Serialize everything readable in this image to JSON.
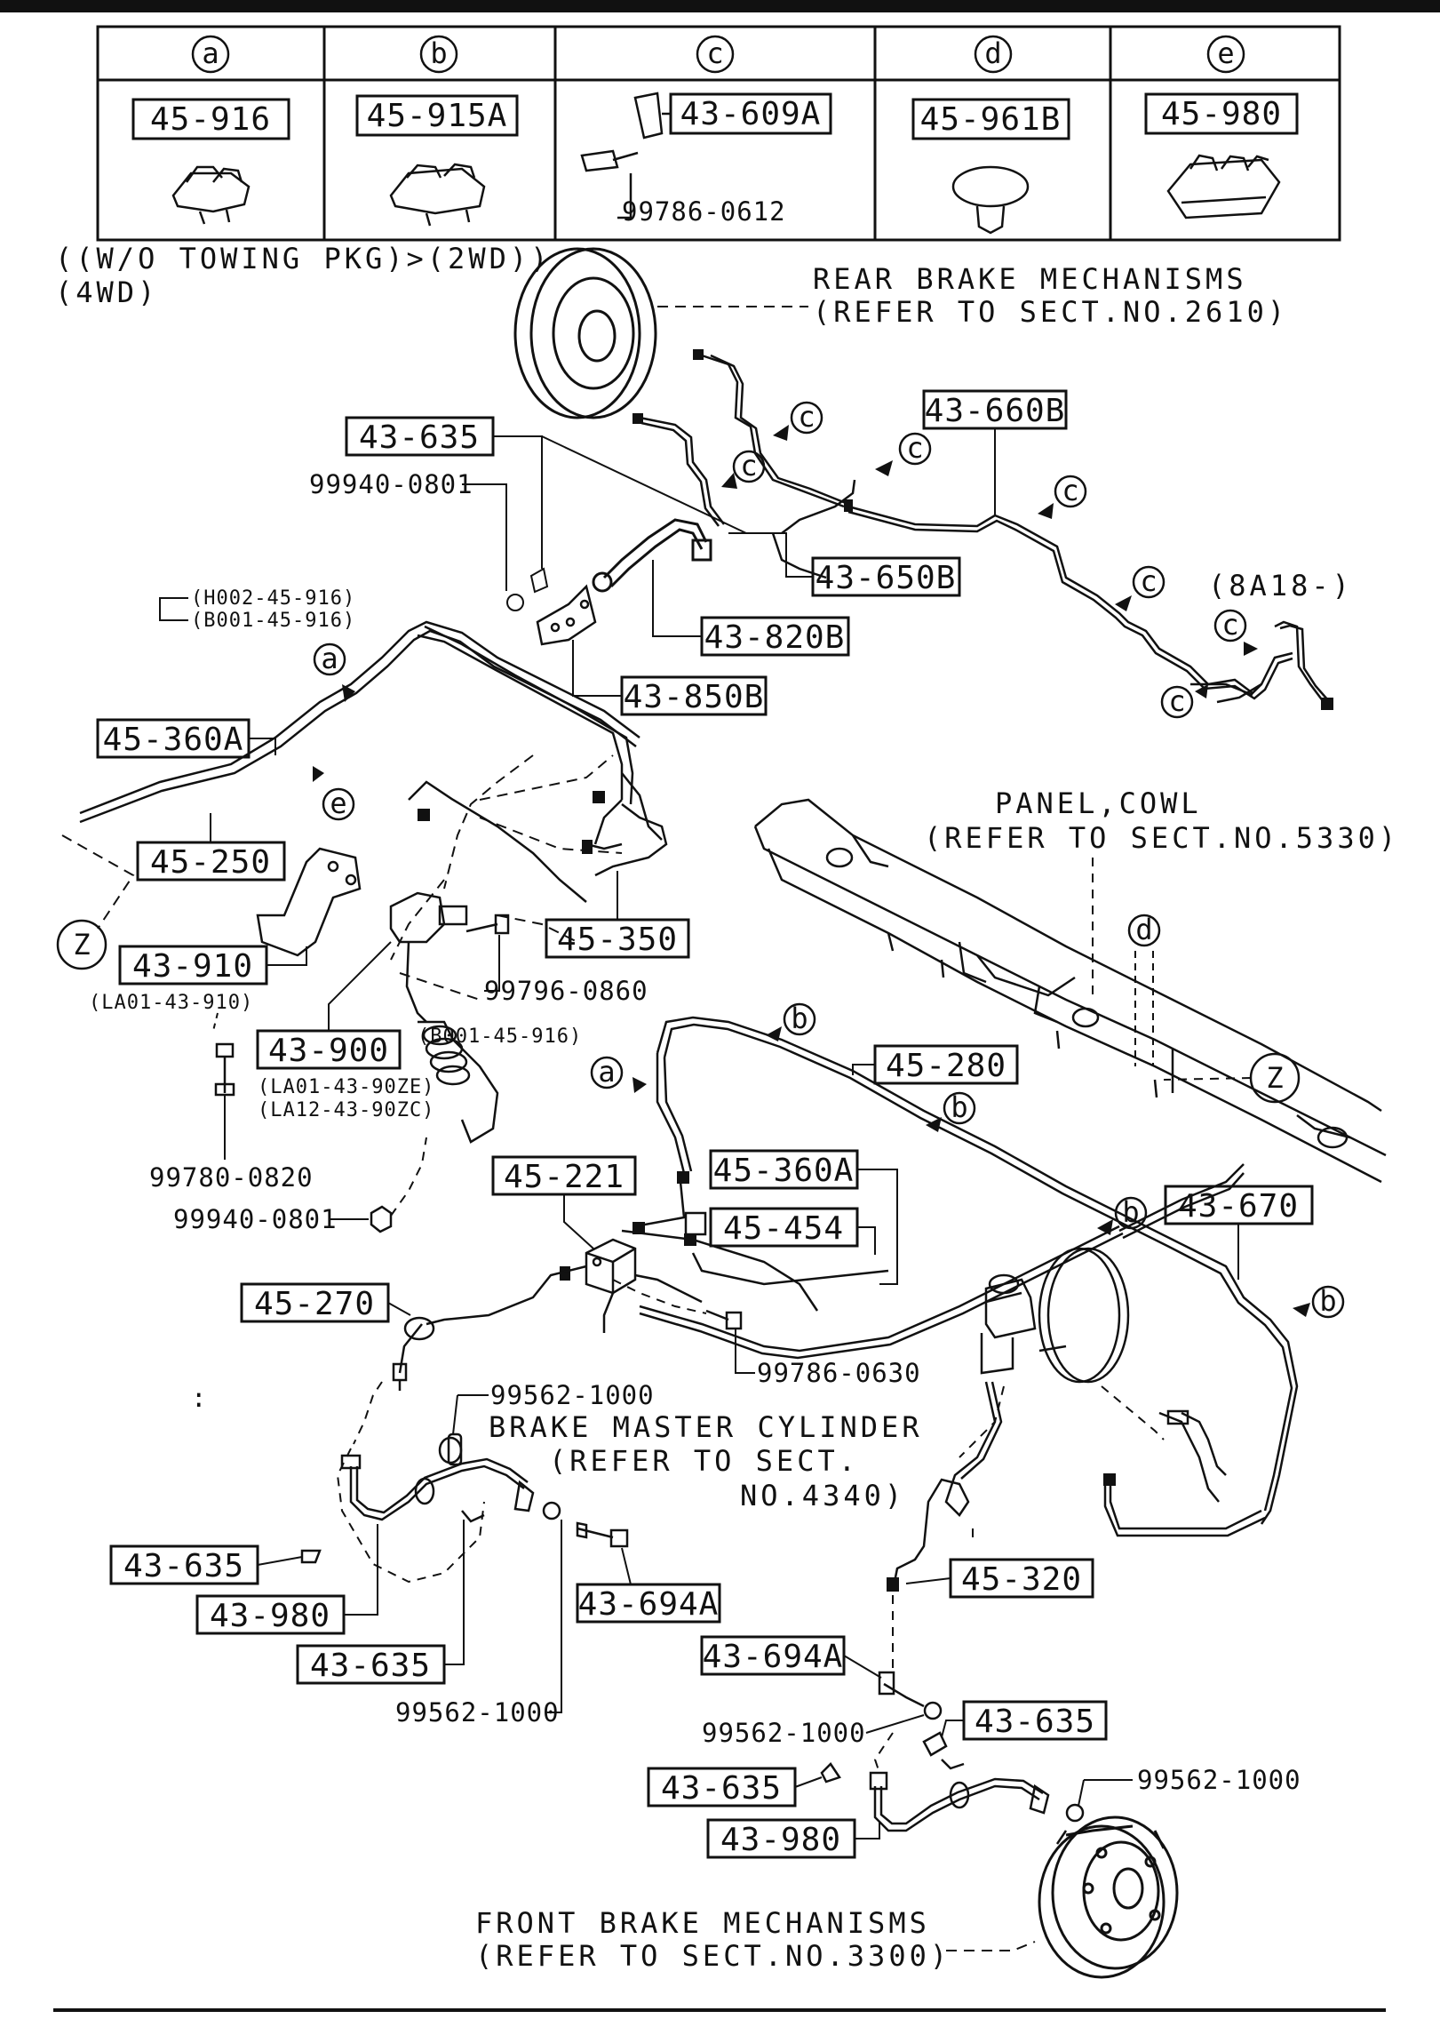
{
  "legend": {
    "columns": [
      {
        "letter": "a",
        "part": "45-916"
      },
      {
        "letter": "b",
        "part": "45-915A"
      },
      {
        "letter": "c",
        "part": "43-609A",
        "bolt": "99786-0612"
      },
      {
        "letter": "d",
        "part": "45-961B"
      },
      {
        "letter": "e",
        "part": "45-980"
      }
    ]
  },
  "header_notes": {
    "variant": "((W/O TOWING PKG)>(2WD))",
    "drive": "(4WD)"
  },
  "notes": {
    "rear_brake_1": "REAR BRAKE MECHANISMS",
    "rear_brake_2": "(REFER TO SECT.NO.2610)",
    "panel_cowl_1": "PANEL,COWL",
    "panel_cowl_2": "(REFER TO SECT.NO.5330)",
    "master_cyl_1": "BRAKE MASTER CYLINDER",
    "master_cyl_2": "(REFER TO SECT.",
    "master_cyl_3": "NO.4340)",
    "front_brake_1": "FRONT BRAKE MECHANISMS",
    "front_brake_2": "(REFER TO SECT.NO.3300)",
    "serial_8a18": "(8A18-)",
    "ref_h002": "(H002-45-916)",
    "ref_b001": "(B001-45-916)",
    "ref_b001_b": "(B001-45-916)",
    "ref_la01_910": "(LA01-43-910)",
    "ref_la01_90ze": "(LA01-43-90ZE)",
    "ref_la12_90zc": "(LA12-43-90ZC)"
  },
  "boxed_parts": {
    "p43_660b": "43-660B",
    "p43_635_top": "43-635",
    "p43_650b": "43-650B",
    "p43_820b": "43-820B",
    "p43_850b": "43-850B",
    "p45_360a_left": "45-360A",
    "p45_250": "45-250",
    "p45_350": "45-350",
    "p43_910": "43-910",
    "p43_900": "43-900",
    "p45_280": "45-280",
    "p45_360a_mid": "45-360A",
    "p45_221": "45-221",
    "p45_454": "45-454",
    "p43_670": "43-670",
    "p45_270": "45-270",
    "p43_635_l1": "43-635",
    "p43_980_l": "43-980",
    "p43_694a_l": "43-694A",
    "p43_635_l2": "43-635",
    "p45_320": "45-320",
    "p43_694a_r": "43-694A",
    "p43_635_r1": "43-635",
    "p43_635_r2": "43-635",
    "p43_980_r": "43-980"
  },
  "fastener_parts": {
    "f99940_0801_top": "99940-0801",
    "f99796_0860": "99796-0860",
    "f99780_0820": "99780-0820",
    "f99940_0801_low": "99940-0801",
    "f99786_0630": "99786-0630",
    "f99562_1000_a": "99562-1000",
    "f99562_1000_b": "99562-1000",
    "f99562_1000_c": "99562-1000",
    "f99562_1000_d": "99562-1000"
  },
  "callout_letters": {
    "a": "a",
    "b": "b",
    "c": "c",
    "d": "d",
    "e": "e",
    "z": "Z"
  }
}
